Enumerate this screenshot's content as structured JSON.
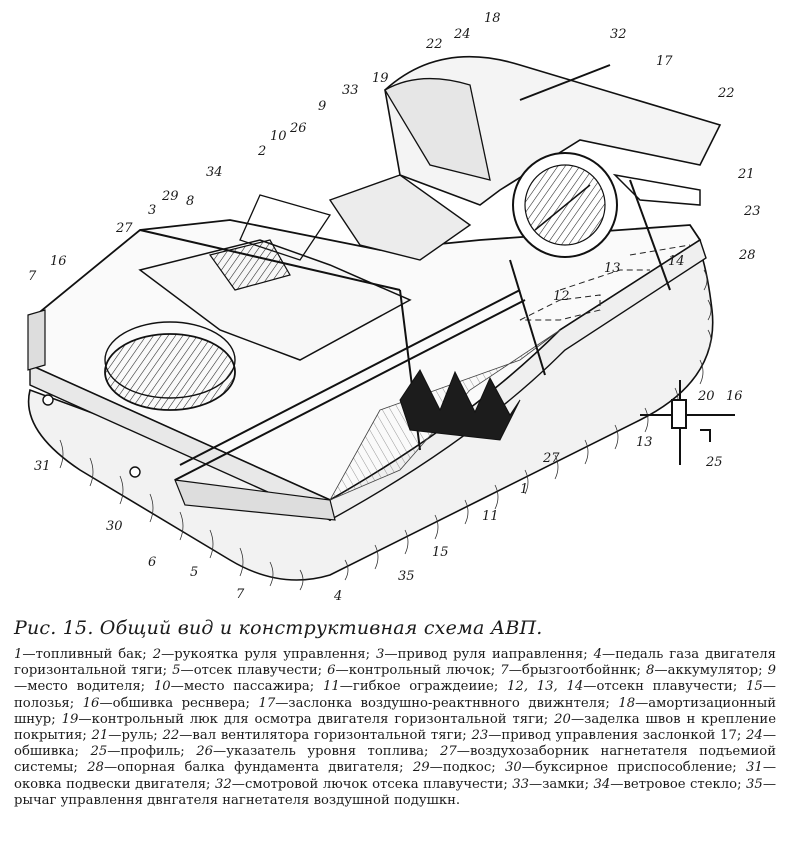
{
  "figure": {
    "title": "Рис. 15. Общий вид и конструктивная схема АВП.",
    "callouts": [
      "1",
      "2",
      "3",
      "4",
      "5",
      "6",
      "7",
      "7",
      "8",
      "9",
      "10",
      "11",
      "12",
      "13",
      "14",
      "15",
      "16",
      "17",
      "18",
      "19",
      "21",
      "22",
      "22",
      "23",
      "24",
      "26",
      "27",
      "27",
      "28",
      "29",
      "30",
      "31",
      "32",
      "33",
      "34",
      "35"
    ],
    "detail_labels": [
      "20",
      "16",
      "13",
      "25"
    ]
  },
  "legend_items": [
    {
      "n": "1",
      "text": "топливный бак;"
    },
    {
      "n": "2",
      "text": "рукоятка руля управлення;"
    },
    {
      "n": "3",
      "text": "привод руля иаправлення;"
    },
    {
      "n": "4",
      "text": "педаль газа двигателя горизонтальной тяги;"
    },
    {
      "n": "5",
      "text": "отсек плавучести;"
    },
    {
      "n": "6",
      "text": "контрольный лючок;"
    },
    {
      "n": "7",
      "text": "брызгоотбойннк;"
    },
    {
      "n": "8",
      "text": "аккумулятор;"
    },
    {
      "n": "9",
      "text": "место водителя;"
    },
    {
      "n": "10",
      "text": "место пассажира;"
    },
    {
      "n": "11",
      "text": "гибкое ограждеиие;"
    },
    {
      "n": "12, 13, 14",
      "text": "отсекн плавучести;"
    },
    {
      "n": "15",
      "text": "полозья;"
    },
    {
      "n": "16",
      "text": "обшивка реснвера;"
    },
    {
      "n": "17",
      "text": "заслонка воздушно-реактнвного движнтеля;"
    },
    {
      "n": "18",
      "text": "амортизационный шнур;"
    },
    {
      "n": "19",
      "text": "контрольный люк для осмотра двигателя горизонтальной тяги;"
    },
    {
      "n": "20",
      "text": "заделка швов н крепление покрытия;"
    },
    {
      "n": "21",
      "text": "руль;"
    },
    {
      "n": "22",
      "text": "вал вентилятора горизонтальной тяги;"
    },
    {
      "n": "23",
      "text": "привод управления заслонкой 17;"
    },
    {
      "n": "24",
      "text": "обшивка;"
    },
    {
      "n": "25",
      "text": "профиль;"
    },
    {
      "n": "26",
      "text": "указатель уровня топлива;"
    },
    {
      "n": "27",
      "text": "воздухозаборник нагнетателя подъемиой системы;"
    },
    {
      "n": "28",
      "text": "опорная балка фундамента двигателя;"
    },
    {
      "n": "29",
      "text": "подкос;"
    },
    {
      "n": "30",
      "text": "буксирное приспособление;"
    },
    {
      "n": "31",
      "text": "оковка подвески двигателя;"
    },
    {
      "n": "32",
      "text": "смотровой лючок отсека плавучести;"
    },
    {
      "n": "33",
      "text": "замки;"
    },
    {
      "n": "34",
      "text": "ветровое стекло;"
    },
    {
      "n": "35",
      "text": "рычаг управлення двнгателя нагнетателя воздушной подушкн."
    }
  ]
}
